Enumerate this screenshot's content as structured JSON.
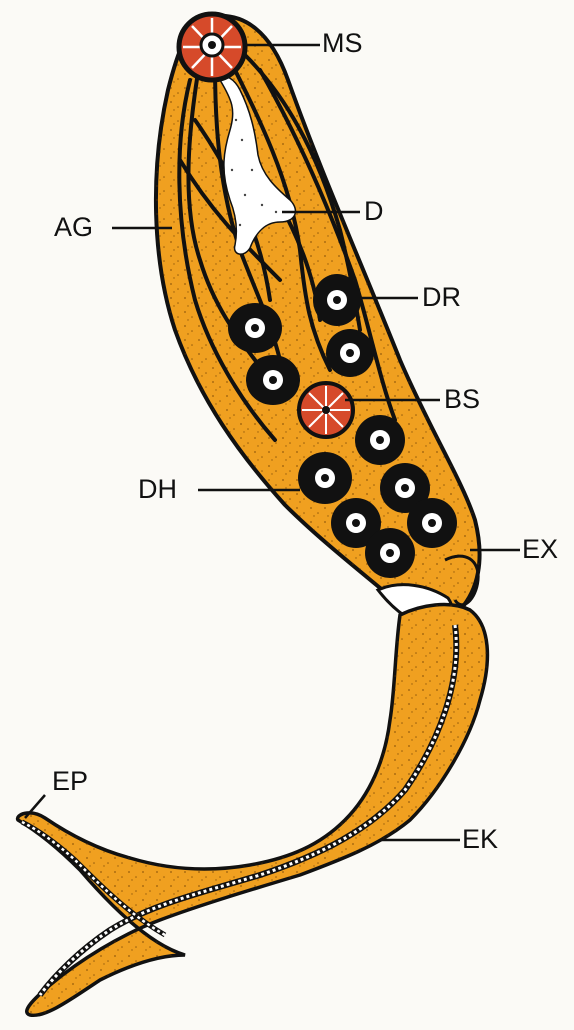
{
  "labels": {
    "ms": "MS",
    "ag": "AG",
    "d": "D",
    "dr": "DR",
    "bs": "BS",
    "dh": "DH",
    "ex": "EX",
    "ep": "EP",
    "ek": "EK"
  },
  "colors": {
    "background": "#fbfaf6",
    "body_fill": "#f0a020",
    "outline": "#111111",
    "nucleus_fill": "#111111",
    "sucker_red": "#d64a2a",
    "gut_fill": "#ffffff"
  }
}
